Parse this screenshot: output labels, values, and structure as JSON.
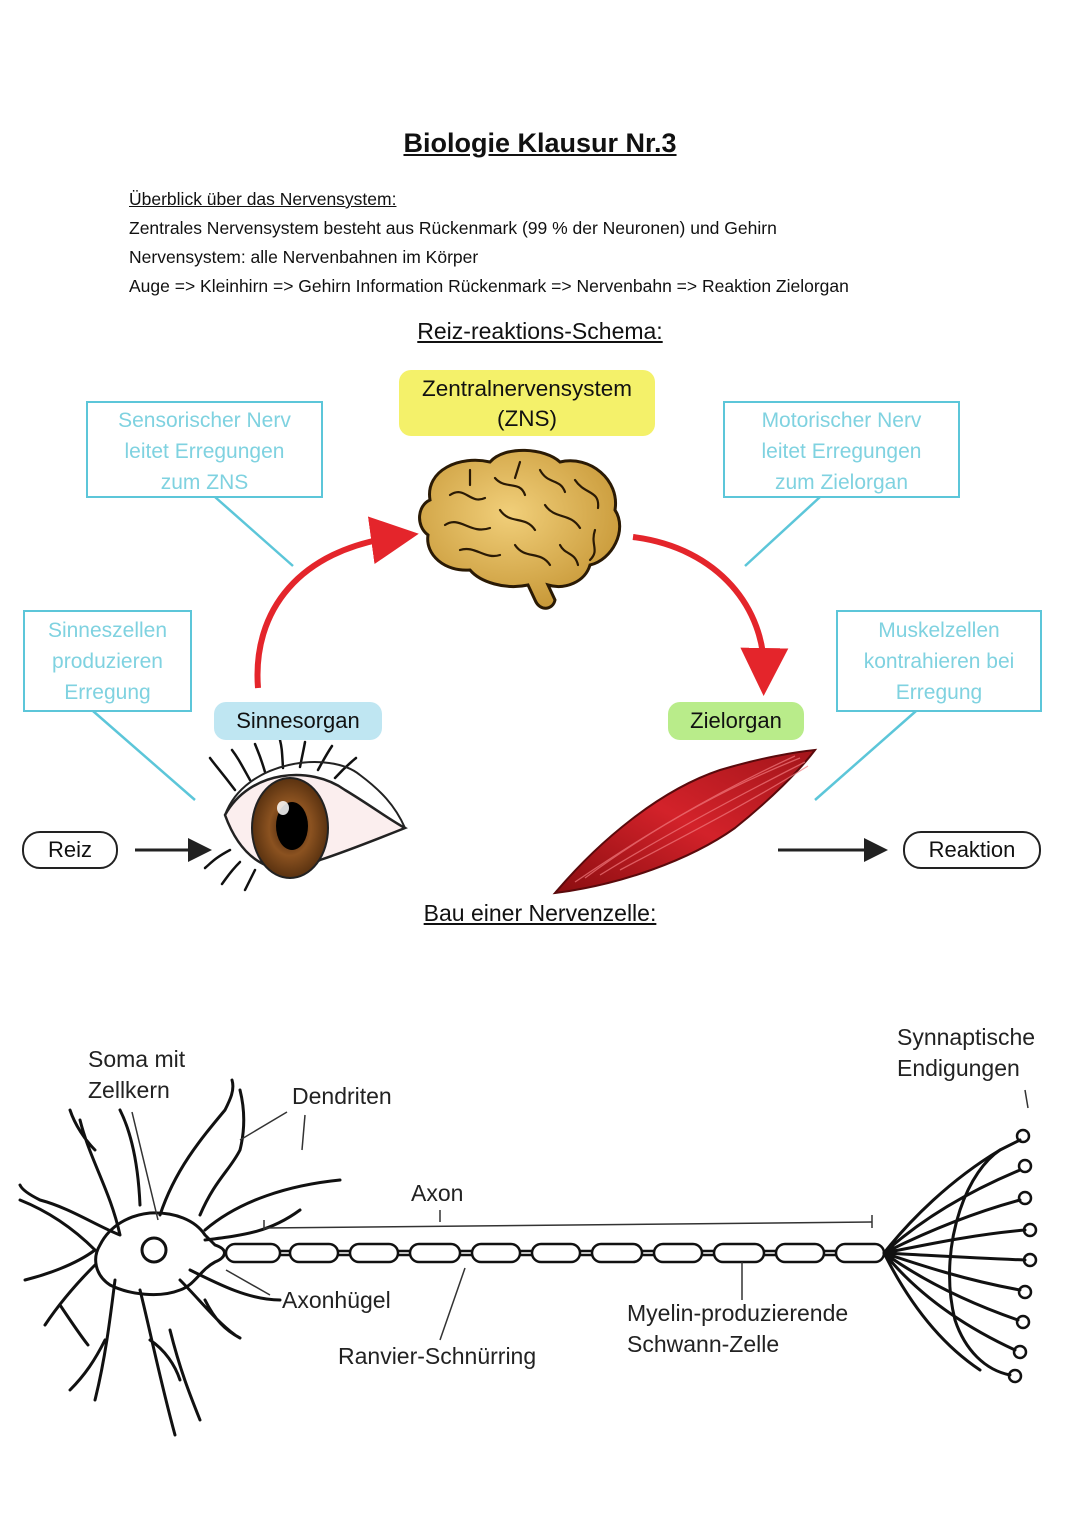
{
  "title": "Biologie Klausur Nr.3",
  "overview": {
    "heading": "Überblick über das Nervensystem:",
    "lines": [
      "Zentrales Nervensystem besteht aus Rückenmark (99 % der Neuronen) und Gehirn",
      "Nervensystem: alle Nervenbahnen im Körper",
      "Auge => Kleinhirn => Gehirn Information Rückenmark => Nervenbahn => Reaktion Zielorgan"
    ]
  },
  "schema": {
    "heading": "Reiz-reaktions-Schema:",
    "zns_title": "Zentralnervensystem",
    "zns_abbr": "(ZNS)",
    "sensory_box": [
      "Sensorischer Nerv",
      "leitet Erregungen",
      "zum ZNS"
    ],
    "motor_box": [
      "Motorischer Nerv",
      "leitet Erregungen",
      "zum Zielorgan"
    ],
    "sense_cells_box": [
      "Sinneszellen",
      "produzieren",
      "Erregung"
    ],
    "muscle_box": [
      "Muskelzellen",
      "kontrahieren bei",
      "Erregung"
    ],
    "sense_organ": "Sinnesorgan",
    "target_organ": "Zielorgan",
    "stimulus": "Reiz",
    "reaction": "Reaktion",
    "colors": {
      "box_border": "#5cc6d9",
      "box_text": "#7fd2e0",
      "zns_bg": "#f4f16a",
      "sense_bg": "#bfe6f2",
      "target_bg": "#b9ec8a",
      "arrow": "#e4252b"
    }
  },
  "neuron": {
    "heading": "Bau einer Nervenzelle:",
    "soma_label": [
      "Soma mit",
      "Zellkern"
    ],
    "dendrites": "Dendriten",
    "axon": "Axon",
    "synaptic": [
      "Synnaptische",
      "Endigungen"
    ],
    "hillock": "Axonhügel",
    "ranvier": "Ranvier-Schnürring",
    "schwann": [
      "Myelin-produzierende",
      "Schwann-Zelle"
    ]
  }
}
